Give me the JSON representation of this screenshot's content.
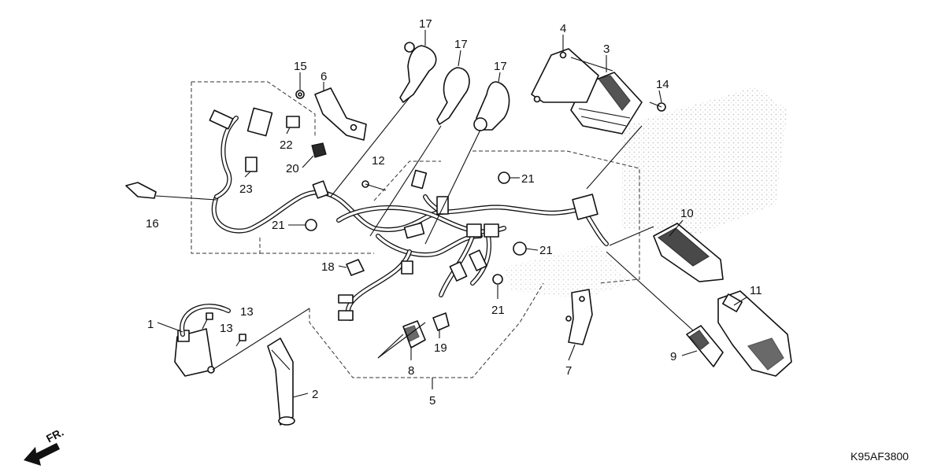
{
  "diagram_code": "K95AF3800",
  "direction_marker": "FR.",
  "callouts": [
    {
      "id": "c1",
      "text": "1"
    },
    {
      "id": "c2",
      "text": "2"
    },
    {
      "id": "c3",
      "text": "3"
    },
    {
      "id": "c4",
      "text": "4"
    },
    {
      "id": "c5",
      "text": "5"
    },
    {
      "id": "c6",
      "text": "6"
    },
    {
      "id": "c7",
      "text": "7"
    },
    {
      "id": "c8",
      "text": "8"
    },
    {
      "id": "c9",
      "text": "9"
    },
    {
      "id": "c10",
      "text": "10"
    },
    {
      "id": "c11",
      "text": "11"
    },
    {
      "id": "c12",
      "text": "12"
    },
    {
      "id": "c13a",
      "text": "13"
    },
    {
      "id": "c13b",
      "text": "13"
    },
    {
      "id": "c14",
      "text": "14"
    },
    {
      "id": "c15",
      "text": "15"
    },
    {
      "id": "c16",
      "text": "16"
    },
    {
      "id": "c17a",
      "text": "17"
    },
    {
      "id": "c17b",
      "text": "17"
    },
    {
      "id": "c17c",
      "text": "17"
    },
    {
      "id": "c18",
      "text": "18"
    },
    {
      "id": "c19",
      "text": "19"
    },
    {
      "id": "c20",
      "text": "20"
    },
    {
      "id": "c21a",
      "text": "21"
    },
    {
      "id": "c21b",
      "text": "21"
    },
    {
      "id": "c21c",
      "text": "21"
    },
    {
      "id": "c21d",
      "text": "21"
    },
    {
      "id": "c22",
      "text": "22"
    },
    {
      "id": "c23",
      "text": "23"
    }
  ]
}
